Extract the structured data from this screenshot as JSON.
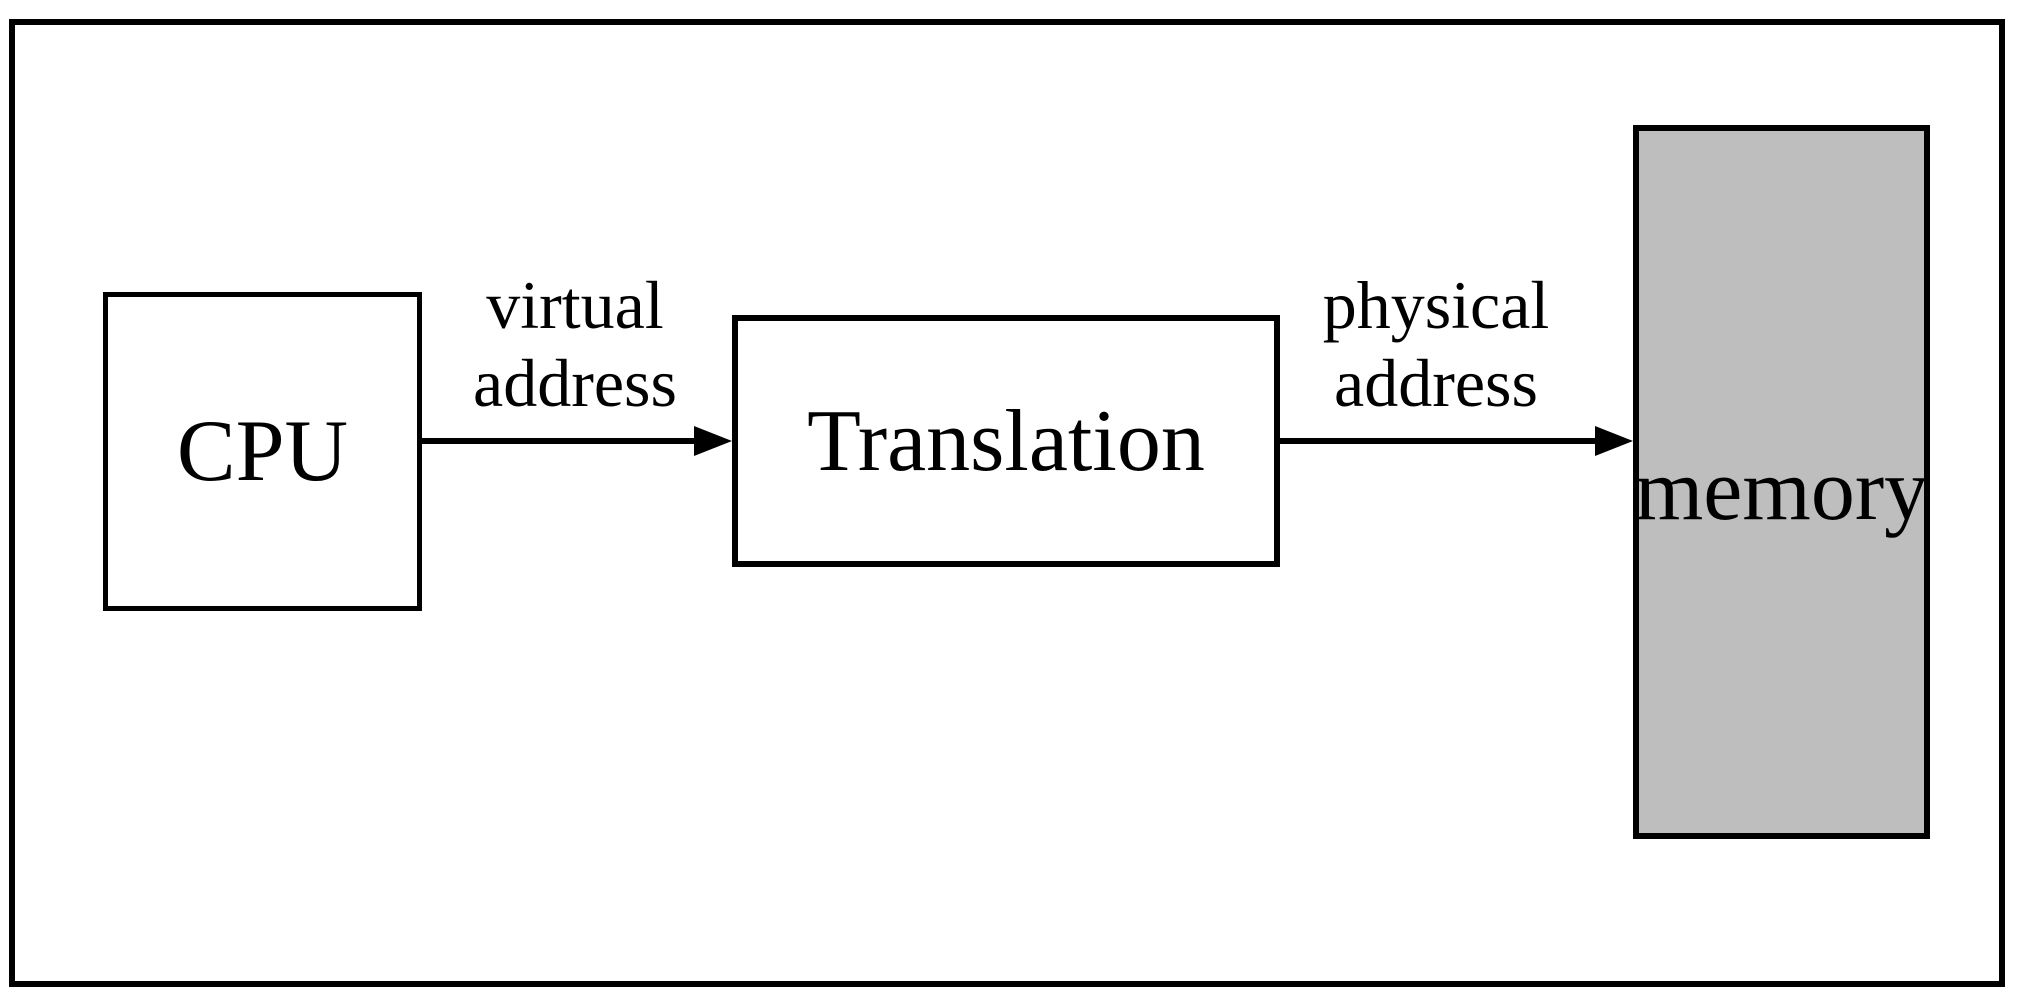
{
  "diagram": {
    "nodes": {
      "cpu": "CPU",
      "translation": "Translation",
      "memory": "memory"
    },
    "edge_labels": {
      "virtual_address": "virtual\naddress",
      "physical_address": "physical\naddress"
    },
    "colors": {
      "stroke": "#000000",
      "background": "#ffffff",
      "memory_fill": "#bebebe"
    }
  }
}
